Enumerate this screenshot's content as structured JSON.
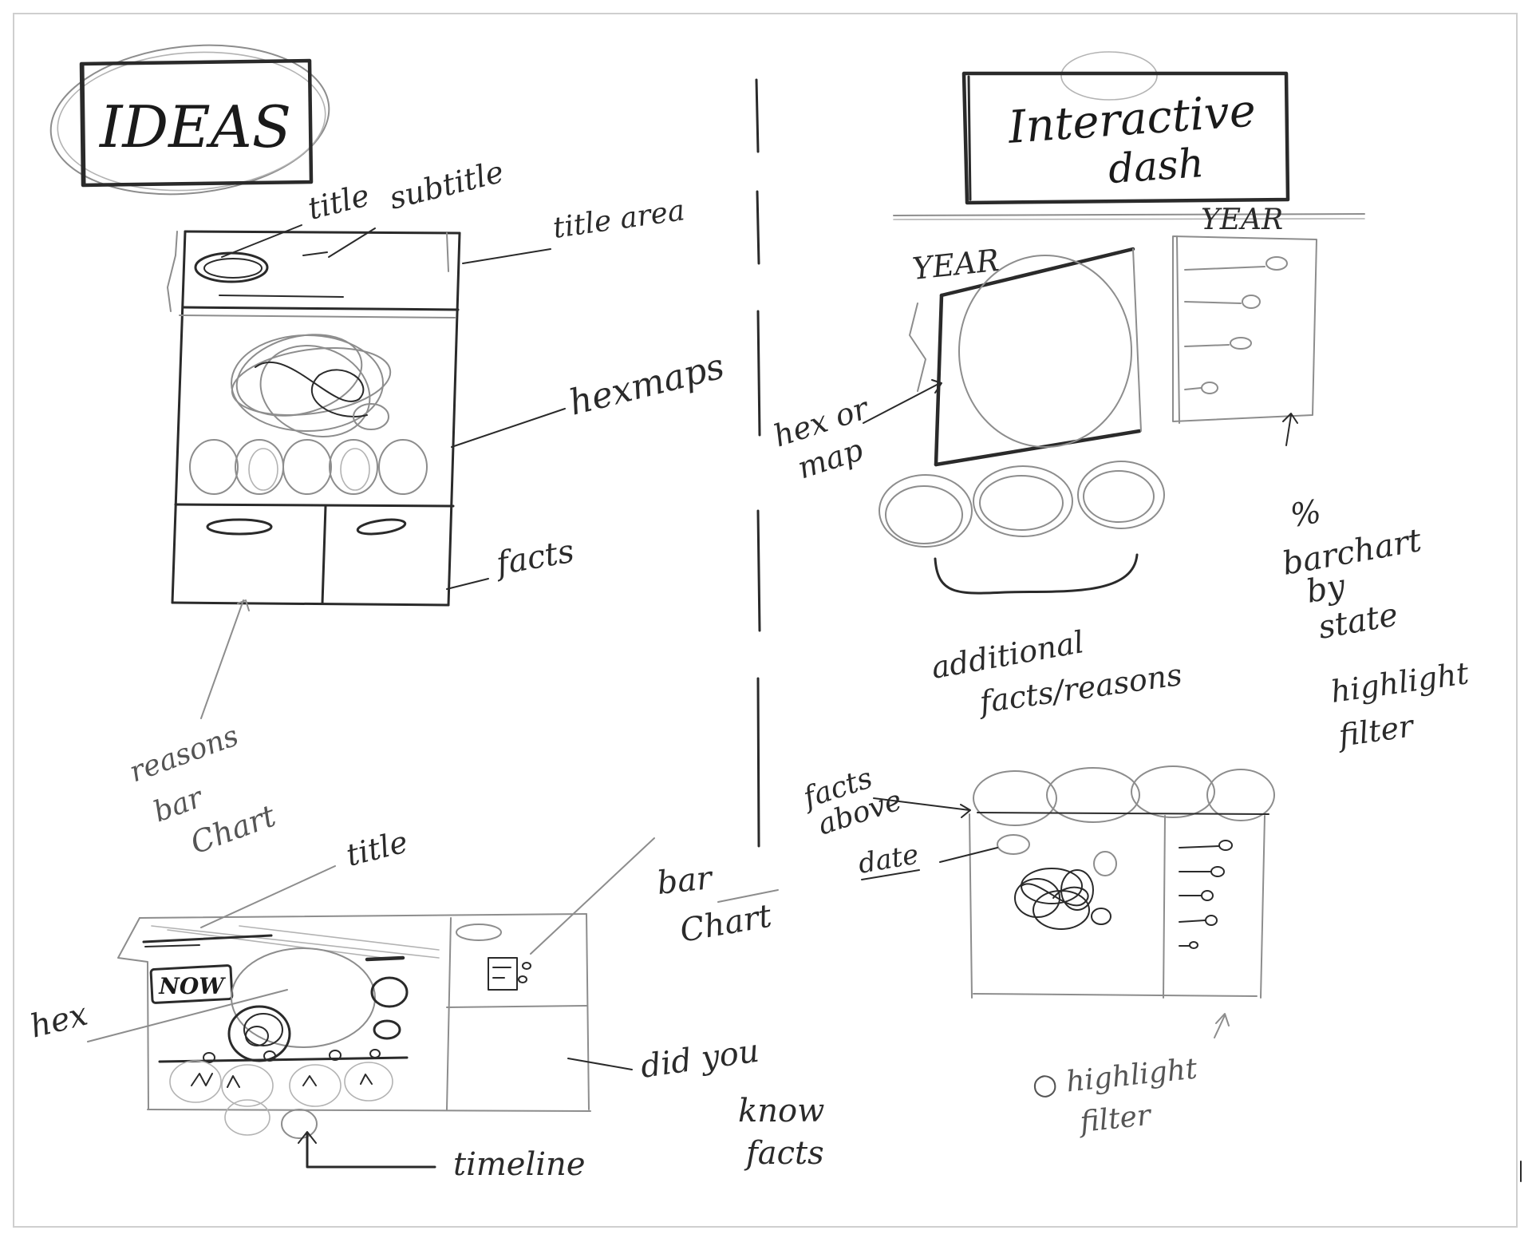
{
  "colors": {
    "ink": "#2a2a2a",
    "pencil": "#8d8d8d",
    "paper": "#ffffff",
    "frame": "#cfcfcf"
  },
  "ideas": {
    "header": "IDEAS",
    "title": "title",
    "subtitle": "subtitle",
    "title_area": "title area",
    "hexmaps": "hexmaps",
    "facts": "facts",
    "reasons_bar_chart": [
      "reasons",
      "bar",
      "Chart"
    ]
  },
  "dashboard": {
    "header": [
      "Interactive",
      "dash"
    ],
    "year_left": "YEAR",
    "year_right": "YEAR",
    "hex_or_map": [
      "hex or",
      "map"
    ],
    "bar_chart_by_state": [
      "%",
      "barchart",
      "by",
      "state"
    ],
    "highlight_filter": [
      "highlight",
      "filter"
    ],
    "additional_facts": [
      "additional",
      "facts/reasons"
    ]
  },
  "timeline_sketch": {
    "title": "title",
    "now_badge": "NOW",
    "hex": "hex",
    "bar_chart": [
      "bar",
      "Chart"
    ],
    "did_you_know": [
      "did you",
      "know",
      "facts"
    ],
    "timeline": "timeline"
  },
  "facts_sketch": {
    "facts_above": [
      "facts",
      "above"
    ],
    "date": "date",
    "highlight_filter": [
      "○ highlight",
      "filter"
    ]
  }
}
